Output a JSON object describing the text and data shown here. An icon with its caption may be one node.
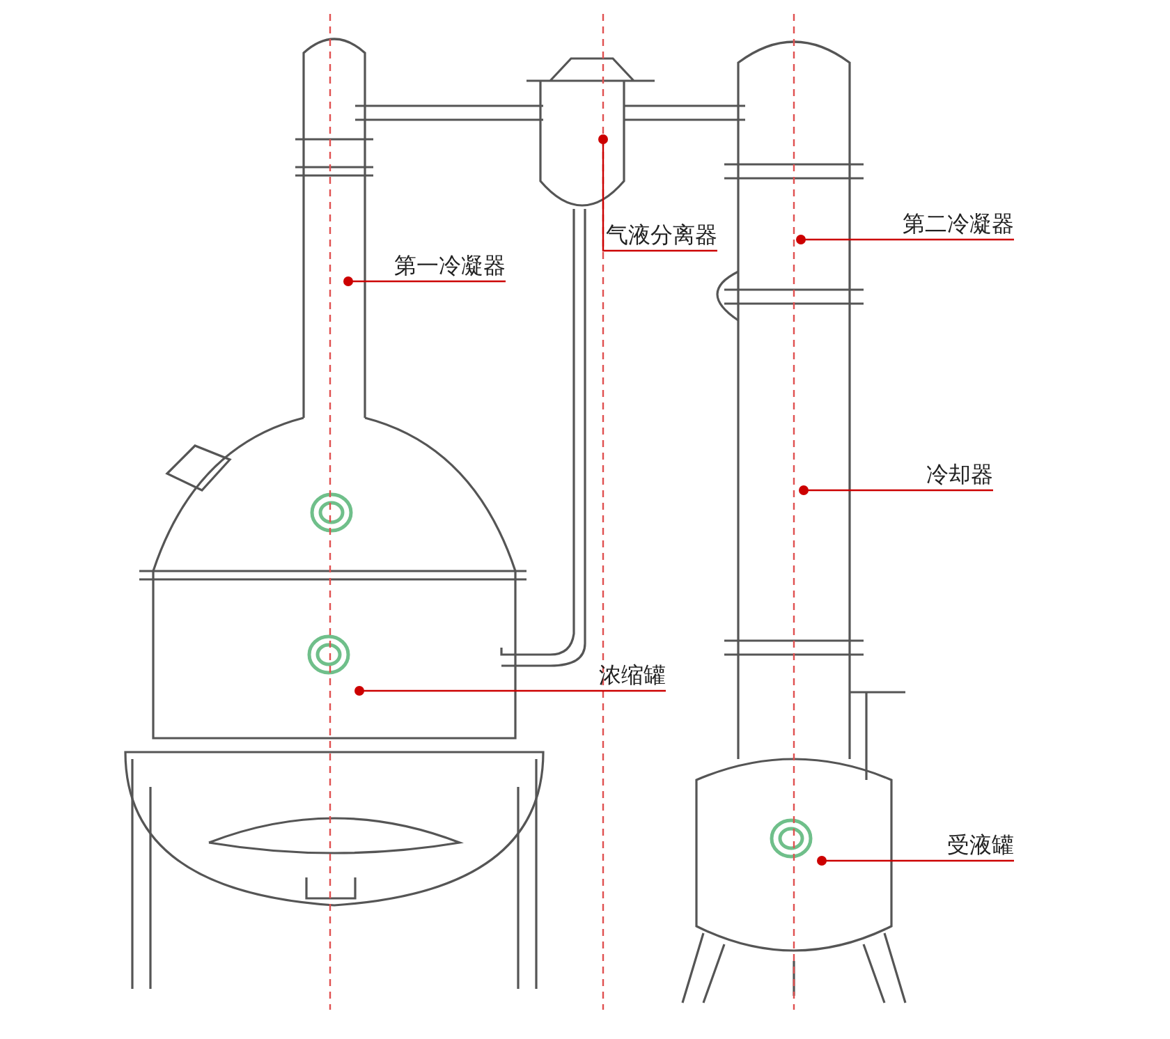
{
  "diagram": {
    "nodes": [
      {
        "text": [
          "第一冷凝器"
        ]
      },
      {
        "text": [
          "气液分离器"
        ]
      },
      {
        "text": [
          "第二冷凝器"
        ]
      },
      {
        "text": [
          "冷却器"
        ]
      },
      {
        "text": [
          "浓缩罐"
        ]
      },
      {
        "text": [
          "受液罐"
        ]
      }
    ],
    "edges": [
      {
        "from": 0,
        "to": null,
        "arrow": "other",
        "color": "#cc0000"
      },
      {
        "from": 1,
        "to": null,
        "arrow": "other",
        "color": "#cc0000"
      },
      {
        "from": 2,
        "to": null,
        "arrow": "other",
        "color": "#cc0000"
      },
      {
        "from": 3,
        "to": null,
        "arrow": "other",
        "color": "#cc0000"
      },
      {
        "from": 4,
        "to": null,
        "arrow": "other",
        "color": "#cc0000"
      },
      {
        "from": 5,
        "to": null,
        "arrow": "other",
        "color": "#cc0000"
      }
    ]
  }
}
